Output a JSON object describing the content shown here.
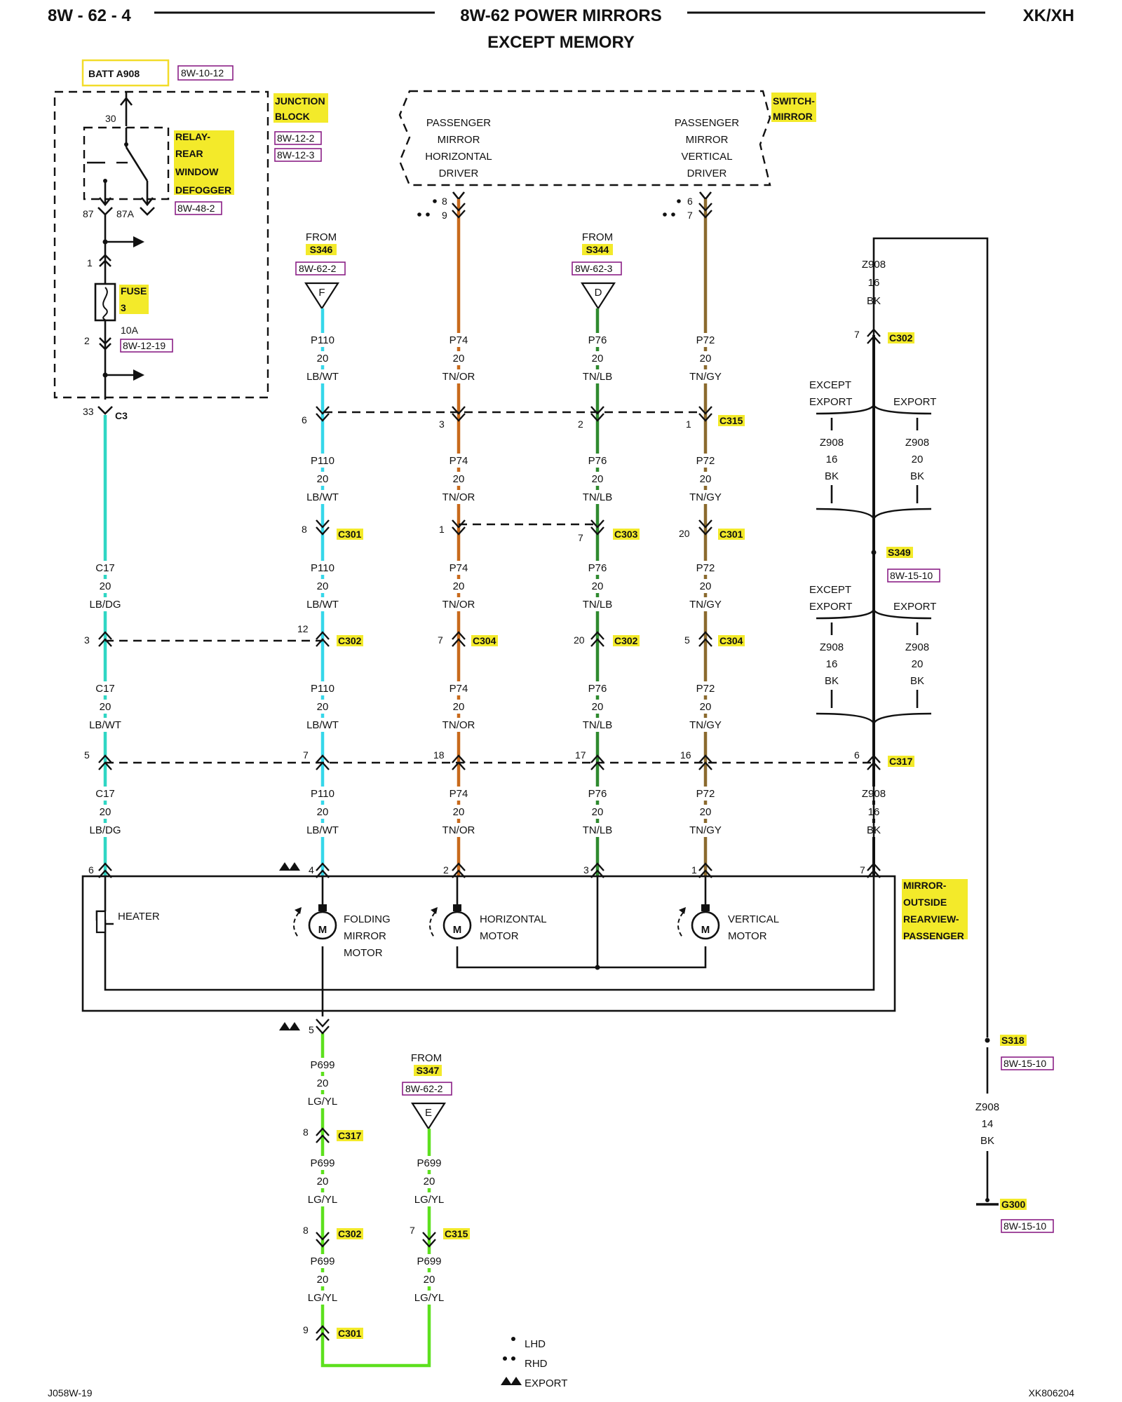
{
  "header": {
    "page_code": "8W - 62 - 4",
    "title_line1": "8W-62 POWER MIRRORS",
    "title_line2": "EXCEPT MEMORY",
    "model": "XK/XH"
  },
  "footer": {
    "left_code": "J058W-19",
    "right_code": "XK806204"
  },
  "colors": {
    "wire_lb": "#36d7ea",
    "wire_tn_or": "#c86a1c",
    "wire_tn_lb": "#2f8a2f",
    "wire_tn_gy": "#8b6a2e",
    "wire_lg_yl": "#5de01e",
    "wire_c17": "#2fd6c4",
    "highlight": "#f3ea2a",
    "ref_box": "#8a1f86"
  },
  "top_left": {
    "batt": "BATT A908",
    "batt_ref": "8W-10-12",
    "junction_block": [
      "JUNCTION",
      "BLOCK"
    ],
    "jb_refs": [
      "8W-12-2",
      "8W-12-3"
    ],
    "relay": [
      "RELAY-",
      "REAR",
      "WINDOW",
      "DEFOGGER"
    ],
    "relay_ref": "8W-48-2",
    "pin_30": "30",
    "pin_87": "87",
    "pin_87a": "87A",
    "fuse": [
      "FUSE",
      "3"
    ],
    "fuse_rating": "10A",
    "fuse_ref": "8W-12-19",
    "pin_1": "1",
    "pin_2": "2",
    "c3_pin": "33",
    "c3": "C3"
  },
  "switch": {
    "left": [
      "PASSENGER",
      "MIRROR",
      "HORIZONTAL",
      "DRIVER"
    ],
    "right": [
      "PASSENGER",
      "MIRROR",
      "VERTICAL",
      "DRIVER"
    ],
    "label": [
      "SWITCH-",
      "MIRROR"
    ],
    "pins_left": [
      "8",
      "9"
    ],
    "pins_right": [
      "6",
      "7"
    ]
  },
  "splices": {
    "s346": {
      "from": "FROM",
      "name": "S346",
      "ref": "8W-62-2",
      "letter": "F"
    },
    "s344": {
      "from": "FROM",
      "name": "S344",
      "ref": "8W-62-3",
      "letter": "D"
    },
    "s347": {
      "from": "FROM",
      "name": "S347",
      "ref": "8W-62-2",
      "letter": "E"
    }
  },
  "wires": {
    "c17": {
      "sections": [
        [
          "C17",
          "20",
          "LB/DG"
        ],
        [
          "C17",
          "20",
          "LB/WT"
        ],
        [
          "C17",
          "20",
          "LB/DG"
        ]
      ]
    },
    "p110": {
      "sections": [
        [
          "P110",
          "20",
          "LB/WT"
        ],
        [
          "P110",
          "20",
          "LB/WT"
        ],
        [
          "P110",
          "20",
          "LB/WT"
        ],
        [
          "P110",
          "20",
          "LB/WT"
        ],
        [
          "P110",
          "20",
          "LB/WT"
        ]
      ]
    },
    "p74": {
      "sections": [
        [
          "P74",
          "20",
          "TN/OR"
        ],
        [
          "P74",
          "20",
          "TN/OR"
        ],
        [
          "P74",
          "20",
          "TN/OR"
        ],
        [
          "P74",
          "20",
          "TN/OR"
        ],
        [
          "P74",
          "20",
          "TN/OR"
        ]
      ]
    },
    "p76": {
      "sections": [
        [
          "P76",
          "20",
          "TN/LB"
        ],
        [
          "P76",
          "20",
          "TN/LB"
        ],
        [
          "P76",
          "20",
          "TN/LB"
        ],
        [
          "P76",
          "20",
          "TN/LB"
        ],
        [
          "P76",
          "20",
          "TN/LB"
        ]
      ]
    },
    "p72": {
      "sections": [
        [
          "P72",
          "20",
          "TN/GY"
        ],
        [
          "P72",
          "20",
          "TN/GY"
        ],
        [
          "P72",
          "20",
          "TN/GY"
        ],
        [
          "P72",
          "20",
          "TN/GY"
        ],
        [
          "P72",
          "20",
          "TN/GY"
        ]
      ]
    },
    "z908": {
      "top": [
        "Z908",
        "16",
        "BK"
      ],
      "bottom": [
        "Z908",
        "16",
        "BK"
      ],
      "ground": [
        "Z908",
        "14",
        "BK"
      ]
    },
    "p699": {
      "sections": [
        [
          "P699",
          "20",
          "LG/YL"
        ],
        [
          "P699",
          "20",
          "LG/YL"
        ],
        [
          "P699",
          "20",
          "LG/YL"
        ]
      ],
      "branch": [
        [
          "P699",
          "20",
          "LG/YL"
        ],
        [
          "P699",
          "20",
          "LG/YL"
        ]
      ]
    }
  },
  "ground_block": {
    "except_export": [
      "EXCEPT",
      "EXPORT"
    ],
    "export": "EXPORT",
    "z908_left": [
      "Z908",
      "16",
      "BK"
    ],
    "z908_right": [
      "Z908",
      "20",
      "BK"
    ],
    "s349": "S349",
    "s349_ref": "8W-15-10",
    "s318": "S318",
    "s318_ref": "8W-15-10",
    "g300": "G300",
    "g300_ref": "8W-15-10"
  },
  "connectors": {
    "c315": "C315",
    "c301": "C301",
    "c303": "C303",
    "c302": "C302",
    "c304": "C304",
    "c317": "C317"
  },
  "pins": {
    "z908_c302": "7",
    "row_c315": [
      "6",
      "3",
      "2",
      "1"
    ],
    "row_c301": [
      "8",
      "1",
      "7",
      "20"
    ],
    "row_c302": [
      "3",
      "12",
      "7",
      "20",
      "5"
    ],
    "row_c317": [
      "5",
      "7",
      "18",
      "17",
      "16",
      "6"
    ],
    "mirror": [
      "6",
      "4",
      "2",
      "3",
      "1",
      "7"
    ],
    "mirror_out": "5",
    "p699_c317": "8",
    "p699_c302": "8",
    "p699_c301": "9",
    "p699_c315": "7"
  },
  "mirror": {
    "label": [
      "MIRROR-",
      "OUTSIDE",
      "REARVIEW-",
      "PASSENGER"
    ],
    "heater": "HEATER",
    "folding": [
      "FOLDING",
      "MIRROR",
      "MOTOR"
    ],
    "horizontal": [
      "HORIZONTAL",
      "MOTOR"
    ],
    "vertical": [
      "VERTICAL",
      "MOTOR"
    ],
    "motor_symbol": "M"
  },
  "legend": {
    "lhd": "LHD",
    "rhd": "RHD",
    "export": "EXPORT"
  }
}
